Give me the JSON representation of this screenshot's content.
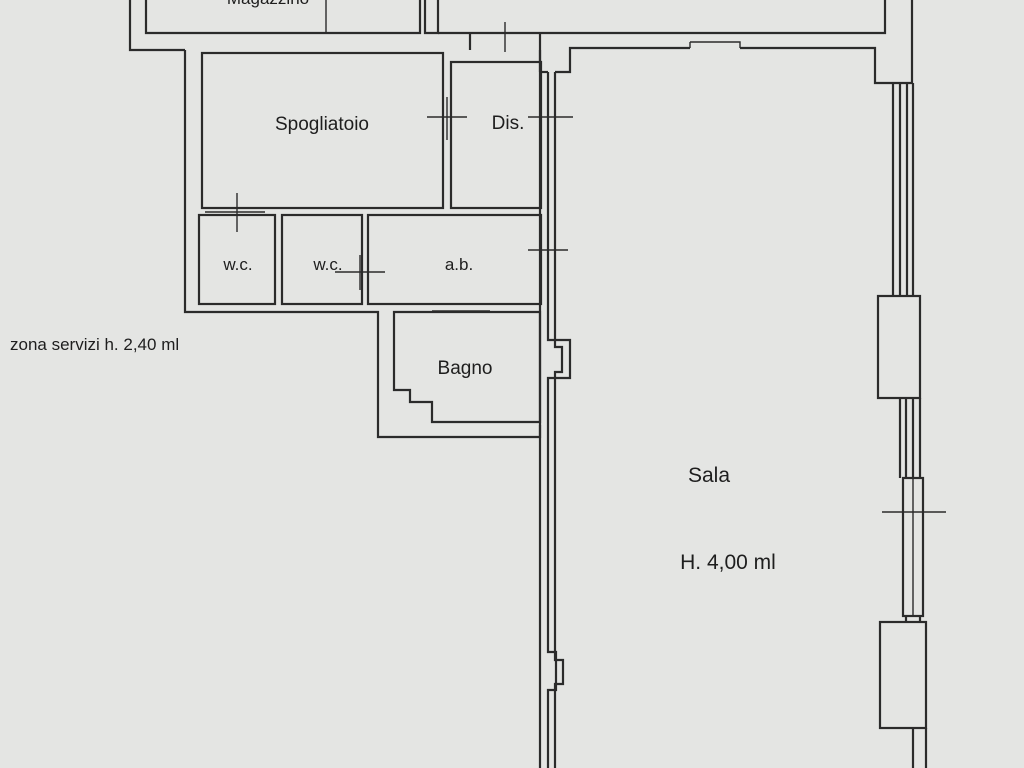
{
  "rooms": {
    "top_cut_label": "Magazzino",
    "spogliatoio": "Spogliatoio",
    "dis": "Dis.",
    "wc_1": "w.c.",
    "wc_2": "w.c.",
    "ab": "a.b.",
    "bagno": "Bagno",
    "sala": "Sala"
  },
  "heights": {
    "services_zone_note": "zona servizi h. 2,40 ml",
    "sala_height": "H. 4,00 ml"
  },
  "colors": {
    "background": "#e4e5e3",
    "wall": "#2b2b2b",
    "text": "#1e1e1e"
  }
}
